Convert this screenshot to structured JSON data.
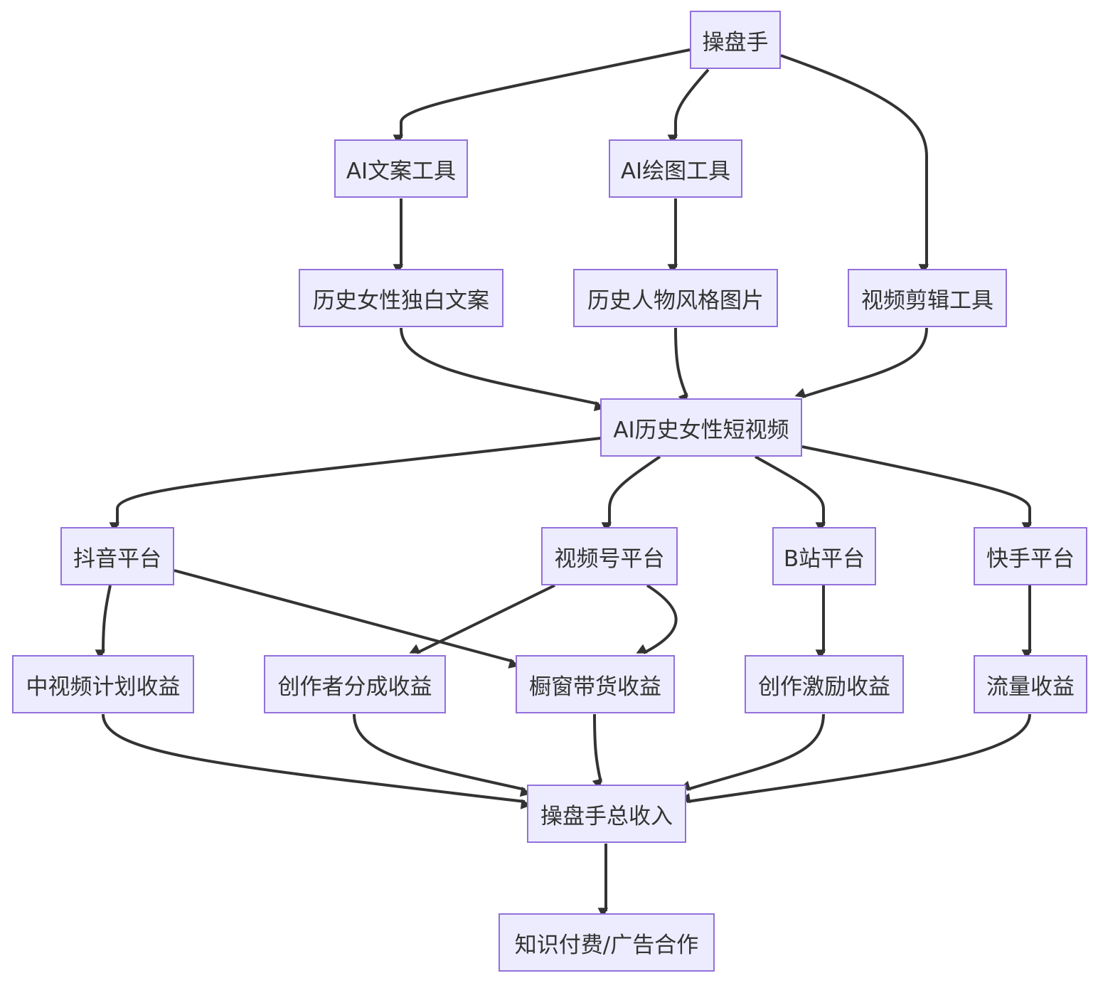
{
  "colors": {
    "node_fill": "#ececfe",
    "node_border": "#9370db",
    "edge": "#333333",
    "text": "#333333"
  },
  "nodes": {
    "operator": "操盘手",
    "ai_copy_tool": "AI文案工具",
    "ai_draw_tool": "AI绘图工具",
    "copy_output": "历史女性独白文案",
    "image_output": "历史人物风格图片",
    "video_edit_tool": "视频剪辑工具",
    "short_video": "AI历史女性短视频",
    "douyin": "抖音平台",
    "shipinhao": "视频号平台",
    "bilibili": "B站平台",
    "kuaishou": "快手平台",
    "mid_video_income": "中视频计划收益",
    "creator_share_income": "创作者分成收益",
    "showcase_income": "橱窗带货收益",
    "creator_incentive_income": "创作激励收益",
    "traffic_income": "流量收益",
    "total_income": "操盘手总收入",
    "paid_knowledge": "知识付费/广告合作"
  },
  "edges": [
    [
      "operator",
      "ai_copy_tool"
    ],
    [
      "operator",
      "ai_draw_tool"
    ],
    [
      "operator",
      "video_edit_tool"
    ],
    [
      "ai_copy_tool",
      "copy_output"
    ],
    [
      "ai_draw_tool",
      "image_output"
    ],
    [
      "copy_output",
      "short_video"
    ],
    [
      "image_output",
      "short_video"
    ],
    [
      "video_edit_tool",
      "short_video"
    ],
    [
      "short_video",
      "douyin"
    ],
    [
      "short_video",
      "shipinhao"
    ],
    [
      "short_video",
      "bilibili"
    ],
    [
      "short_video",
      "kuaishou"
    ],
    [
      "douyin",
      "mid_video_income"
    ],
    [
      "douyin",
      "showcase_income"
    ],
    [
      "shipinhao",
      "creator_share_income"
    ],
    [
      "shipinhao",
      "showcase_income"
    ],
    [
      "bilibili",
      "creator_incentive_income"
    ],
    [
      "kuaishou",
      "traffic_income"
    ],
    [
      "mid_video_income",
      "total_income"
    ],
    [
      "creator_share_income",
      "total_income"
    ],
    [
      "showcase_income",
      "total_income"
    ],
    [
      "creator_incentive_income",
      "total_income"
    ],
    [
      "traffic_income",
      "total_income"
    ],
    [
      "total_income",
      "paid_knowledge"
    ]
  ]
}
